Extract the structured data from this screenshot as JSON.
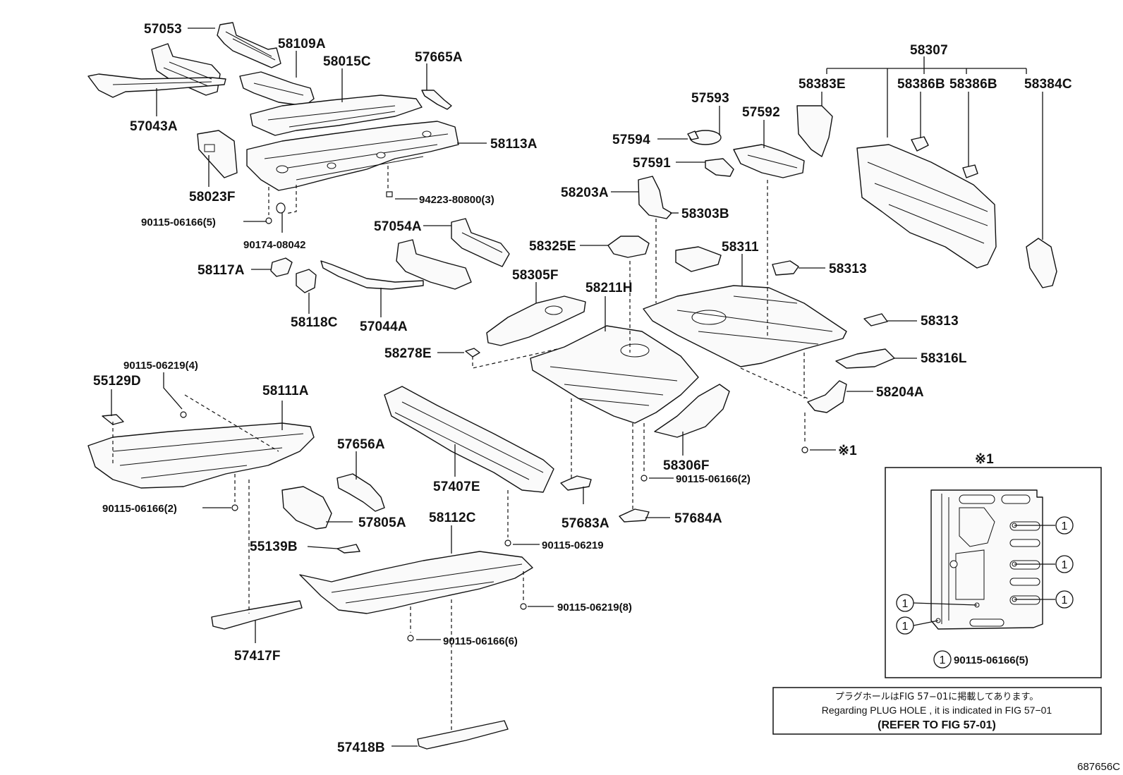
{
  "diagram_id": "687656C",
  "labels": {
    "p57053": "57053",
    "p58109A": "58109A",
    "p58015C": "58015C",
    "p57665A": "57665A",
    "p57043A": "57043A",
    "p58113A": "58113A",
    "p58023F": "58023F",
    "p94223": "94223-80800(3)",
    "p90115_5": "90115-06166(5)",
    "p90174": "90174-08042",
    "p57054A": "57054A",
    "p58117A": "58117A",
    "p58118C": "58118C",
    "p57044A": "57044A",
    "p57593": "57593",
    "p57592": "57592",
    "p57594": "57594",
    "p57591": "57591",
    "p58203A": "58203A",
    "p58303B": "58303B",
    "p58325E": "58325E",
    "p58305F": "58305F",
    "p58211H": "58211H",
    "p58311": "58311",
    "p58313a": "58313",
    "p58313b": "58313",
    "p58316L": "58316L",
    "p58278E": "58278E",
    "p58204A": "58204A",
    "p58307": "58307",
    "p58383E": "58383E",
    "p58386B1": "58386B",
    "p58386B2": "58386B",
    "p58384C": "58384C",
    "p90115_219_4": "90115-06219(4)",
    "p55129D": "55129D",
    "p58111A": "58111A",
    "p90115_2a": "90115-06166(2)",
    "p57656A": "57656A",
    "p57407E": "57407E",
    "p57805A": "57805A",
    "p58306F": "58306F",
    "p90115_2b": "90115-06166(2)",
    "p57683A": "57683A",
    "p57684A": "57684A",
    "p55139B": "55139B",
    "p58112C": "58112C",
    "p90115_219": "90115-06219",
    "p90115_219_8": "90115-06219(8)",
    "p90115_6": "90115-06166(6)",
    "p57417F": "57417F",
    "p57418B": "57418B",
    "ref_mark": "※1",
    "inset_mark": "※1"
  },
  "inset": {
    "callout": "1",
    "legend_part": "90115-06166(5)"
  },
  "note": {
    "jp": "プラグホールはFIG 57−01に掲載してあります。",
    "en": "Regarding  PLUG  HOLE , it is indicated in FIG  57−01",
    "ref": "(REFER TO FIG 57-01)"
  }
}
